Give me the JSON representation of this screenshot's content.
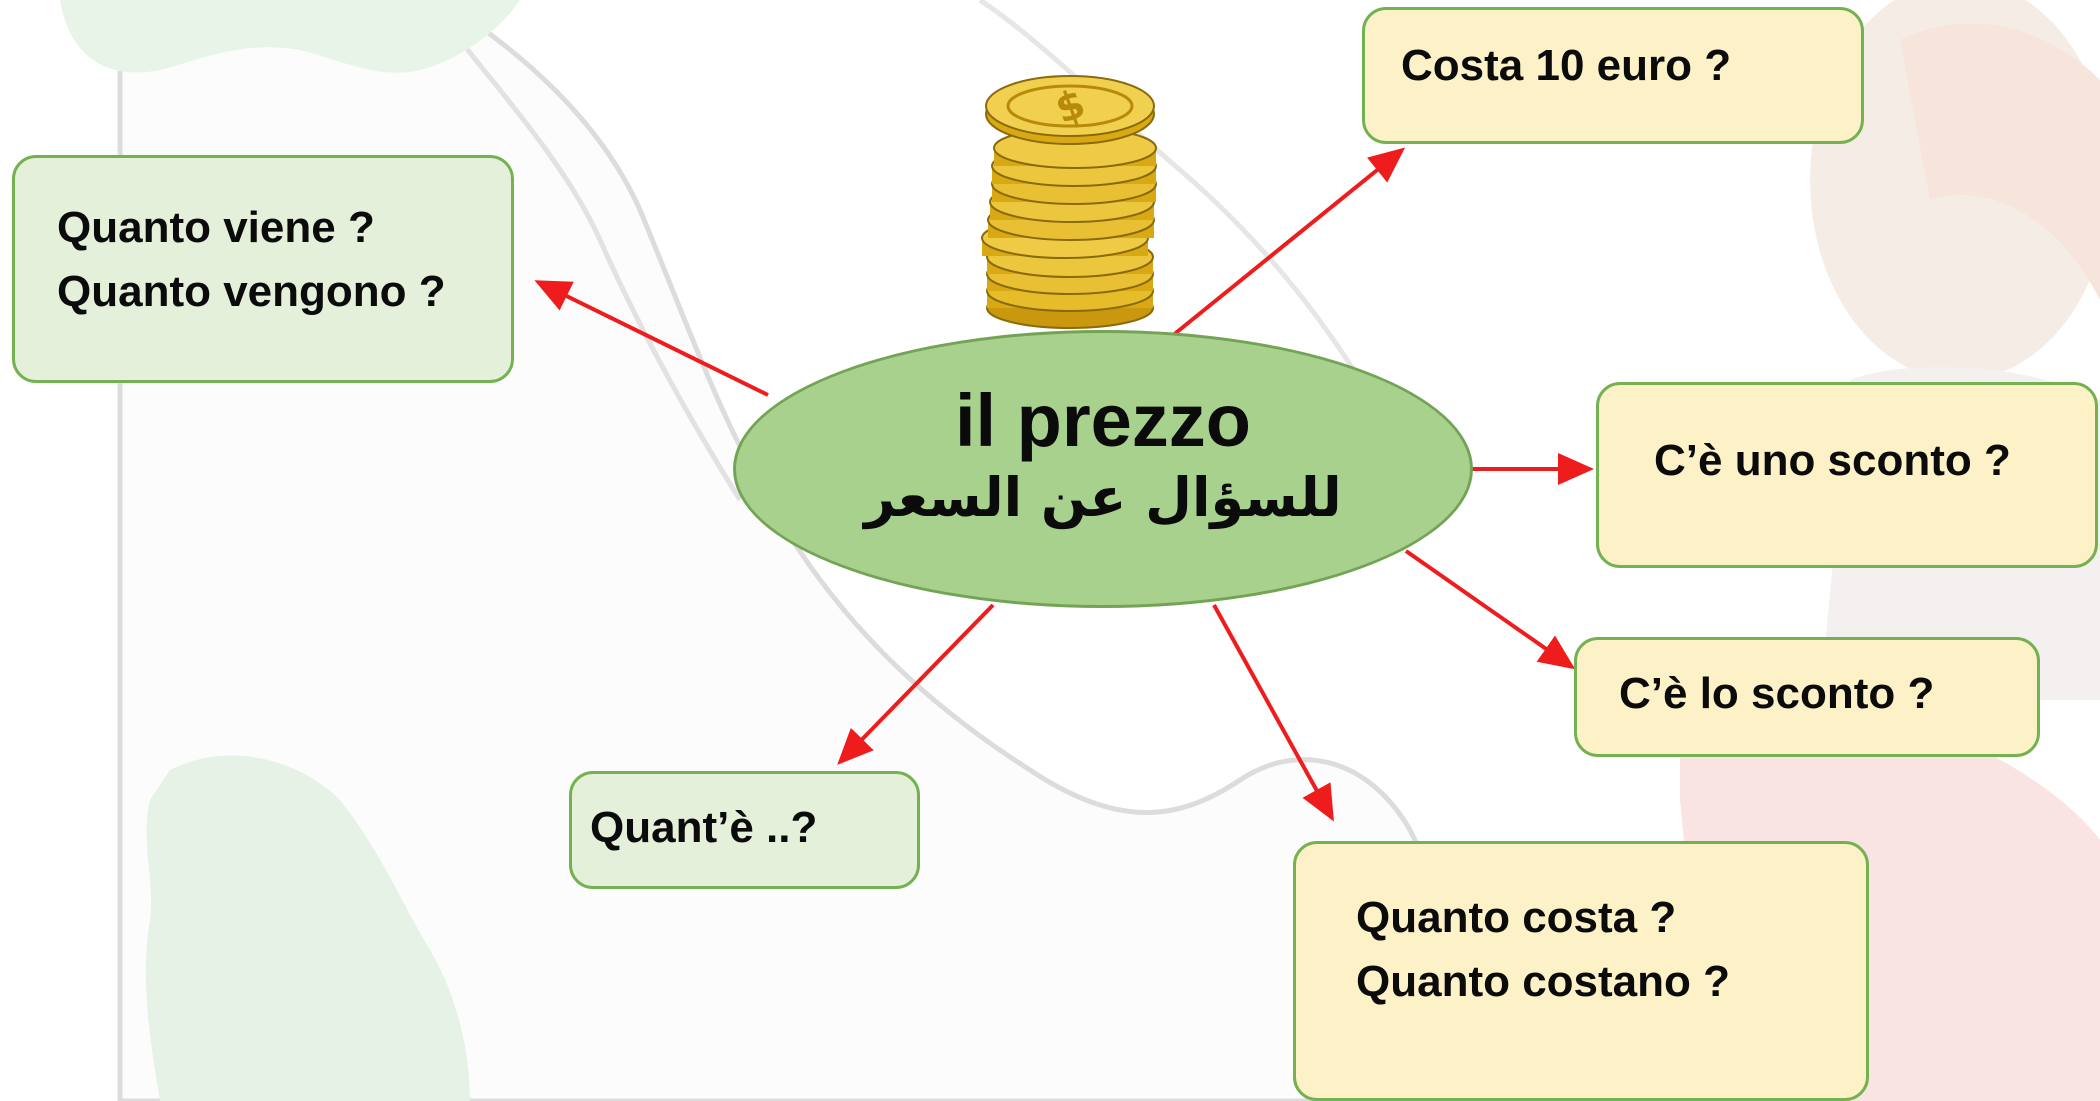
{
  "center": {
    "title": "il prezzo",
    "subtitle": "للسؤال عن السعر"
  },
  "boxes": {
    "viene": {
      "line1": "Quanto viene ?",
      "line2": "Quanto vengono ?"
    },
    "costa10": {
      "line1": "Costa 10 euro ?"
    },
    "uno": {
      "line1": "C’è uno sconto ?"
    },
    "lo": {
      "line1": "C’è lo sconto ?"
    },
    "quant": {
      "line1": "Quant’è ..?"
    },
    "costa": {
      "line1": "Quanto costa ?",
      "line2": "Quanto costano ?"
    }
  },
  "colors": {
    "arrow": "#ee1c1c",
    "center_fill": "#a9d18e",
    "green_box": "#e4f0da",
    "yellow_box": "#fdf1c8",
    "box_border": "#74b150"
  },
  "icons": {
    "coins": "coin-stack-icon"
  }
}
